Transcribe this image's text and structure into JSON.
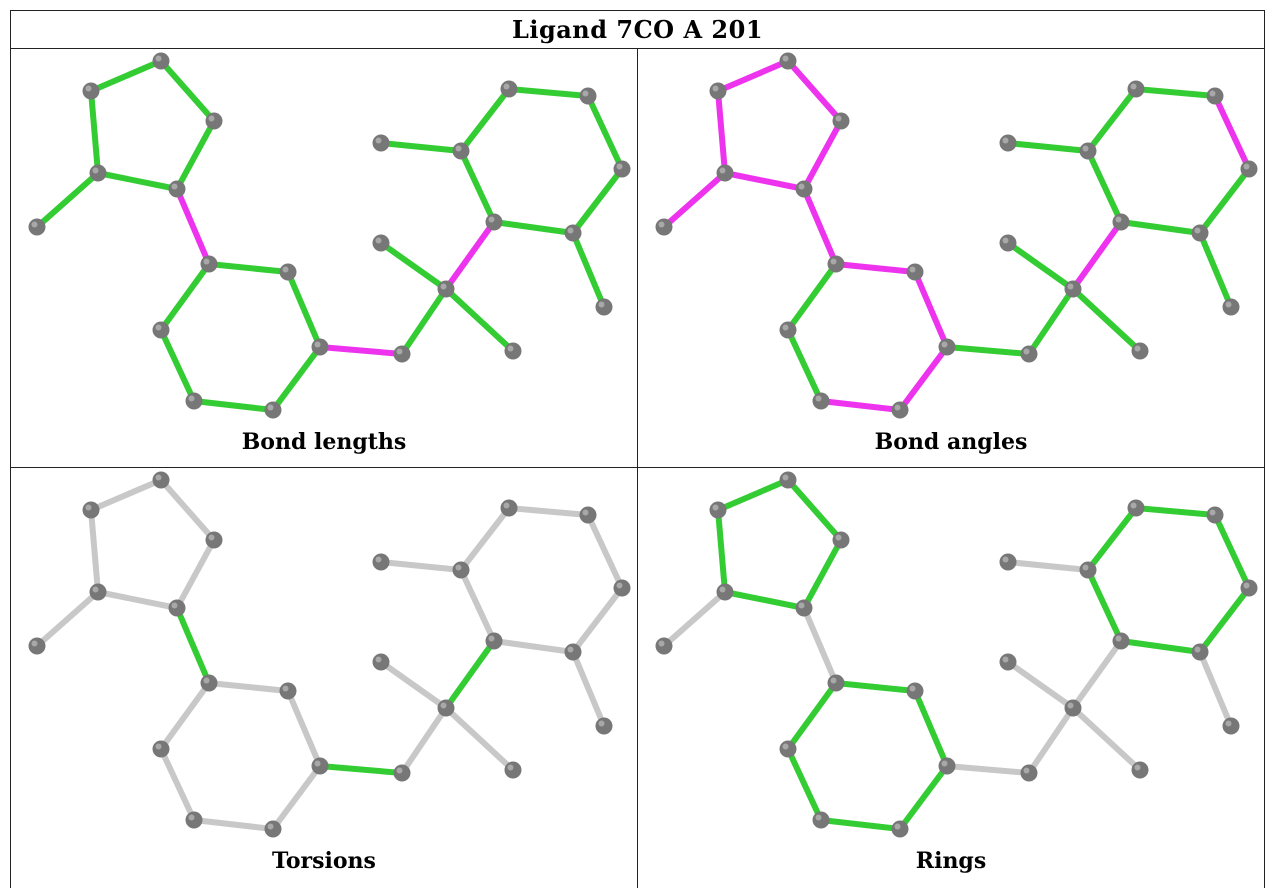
{
  "title": "Ligand 7CO A 201",
  "colors": {
    "default_bond": "#c8c8c8",
    "ok_bond": "#33cc33",
    "outlier_bond": "#ee33ee",
    "atom": "#777777"
  },
  "panels": [
    {
      "caption": "Bond lengths",
      "highlights": {
        "ok": [
          0,
          1,
          2,
          3,
          4,
          5,
          7,
          8,
          9,
          10,
          11,
          12,
          13,
          14,
          15,
          16,
          17,
          18,
          19,
          21,
          22,
          24,
          25
        ],
        "outlier": [
          6,
          20,
          23,
          26,
          27,
          28
        ]
      }
    },
    {
      "caption": "Bond angles",
      "highlights": {
        "ok": [
          11,
          12,
          13,
          14,
          15,
          17,
          18,
          19,
          20,
          21,
          22,
          24,
          25
        ],
        "outlier": [
          0,
          1,
          2,
          3,
          4,
          5,
          6,
          7,
          8,
          9,
          10,
          16,
          23,
          26,
          27,
          28
        ]
      }
    },
    {
      "caption": "Torsions",
      "highlights": {
        "ok": [
          6,
          20,
          23
        ],
        "outlier": []
      }
    },
    {
      "caption": "Rings",
      "highlights": {
        "ok": [
          0,
          1,
          2,
          3,
          4,
          7,
          8,
          9,
          10,
          11,
          12,
          13,
          14,
          15,
          16,
          17,
          18
        ],
        "outlier": []
      }
    }
  ]
}
